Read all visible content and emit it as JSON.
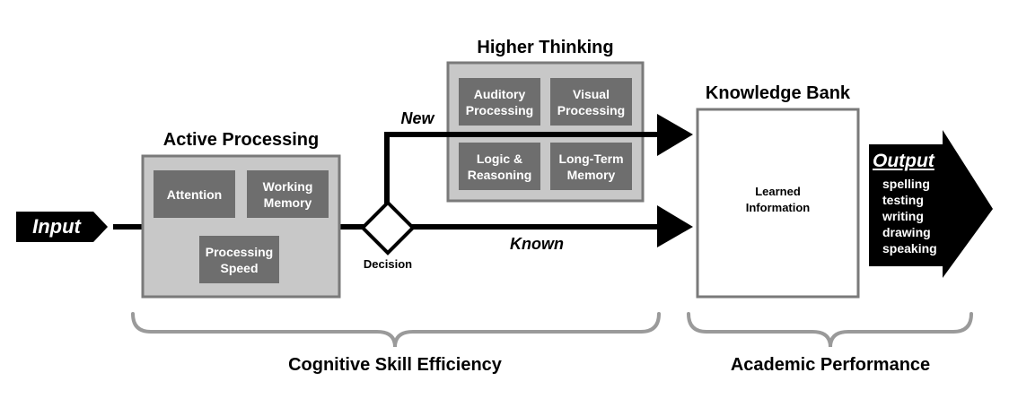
{
  "input": {
    "label": "Input"
  },
  "active_processing": {
    "title": "Active Processing",
    "items": [
      {
        "label_lines": [
          "Attention"
        ]
      },
      {
        "label_lines": [
          "Working",
          "Memory"
        ]
      },
      {
        "label_lines": [
          "Processing",
          "Speed"
        ]
      }
    ]
  },
  "higher_thinking": {
    "title": "Higher Thinking",
    "items": [
      {
        "label_lines": [
          "Auditory",
          "Processing"
        ]
      },
      {
        "label_lines": [
          "Visual",
          "Processing"
        ]
      },
      {
        "label_lines": [
          "Logic &",
          "Reasoning"
        ]
      },
      {
        "label_lines": [
          "Long-Term",
          "Memory"
        ]
      }
    ]
  },
  "decision": {
    "label": "Decision"
  },
  "paths": {
    "new_label": "New",
    "known_label": "Known"
  },
  "knowledge_bank": {
    "title": "Knowledge Bank",
    "content_lines": [
      "Learned",
      "Information"
    ]
  },
  "output": {
    "title": "Output",
    "items": [
      "spelling",
      "testing",
      "writing",
      "drawing",
      "speaking"
    ]
  },
  "braces": {
    "cognitive_label": "Cognitive Skill Efficiency",
    "academic_label": "Academic Performance"
  },
  "colors": {
    "outer_box_fill": "#c8c8c8",
    "outer_box_stroke": "#7a7a7a",
    "inner_box_fill": "#6e6e6e",
    "brace_stroke": "#9a9a9a",
    "arrow": "#000000",
    "text_on_dark": "#ffffff"
  }
}
